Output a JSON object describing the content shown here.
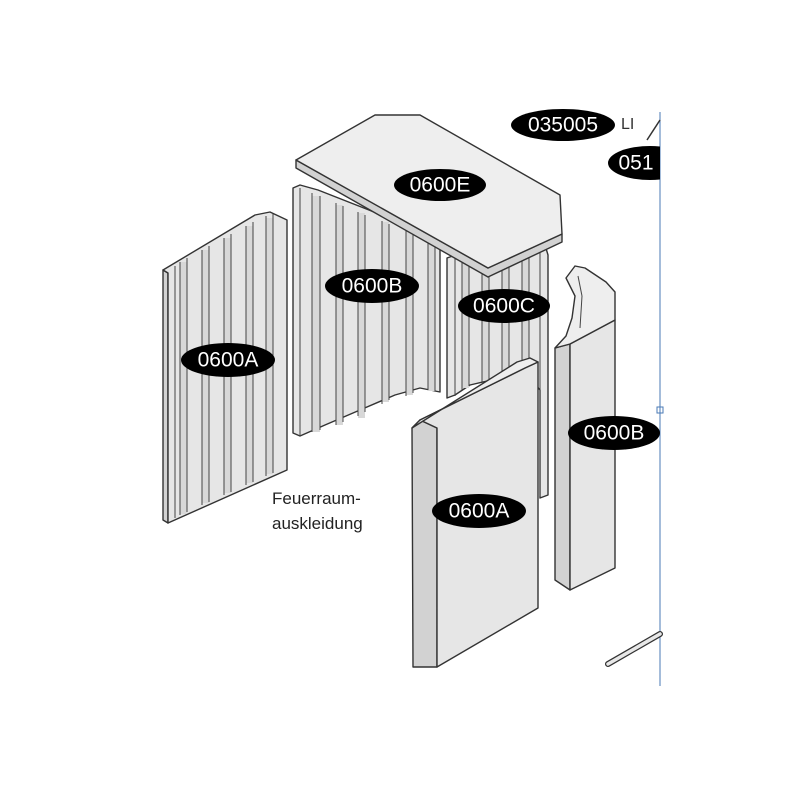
{
  "labels": {
    "top_plate": "0600E",
    "back_left_panel": "0600B",
    "back_right_panel": "0600C",
    "left_side_panel": "0600A",
    "front_side_panel": "0600A",
    "right_side_panel": "0600B",
    "ref_035005": "035005",
    "ref_051": "051",
    "ref_suffix": "LI"
  },
  "caption": {
    "line1": "Feuerraum-",
    "line2": "auskleidung"
  }
}
